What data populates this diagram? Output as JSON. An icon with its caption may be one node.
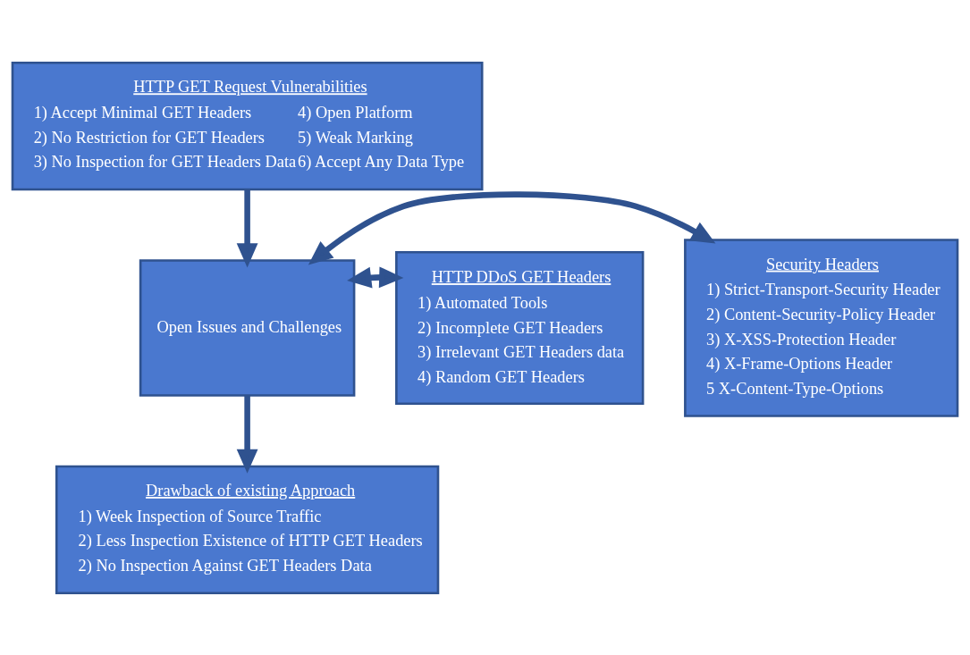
{
  "diagram": {
    "nodes": [
      {
        "text": [
          "HTTP GET Request Vulnerabilities",
          "1) Accept Minimal GET Headers",
          "2) No Restriction for GET Headers",
          "3) No Inspection for GET Headers Data",
          "4) Open Platform",
          "5) Weak Marking",
          "6) Accept Any Data Type"
        ]
      },
      {
        "text": [
          "Security Headers",
          "1) Strict-Transport-Security Header",
          "2) Content-Security-Policy Header",
          "3) X-XSS-Protection Header",
          "4) X-Frame-Options Header",
          "5 X-Content-Type-Options"
        ]
      },
      {
        "text": [
          "Open Issues and Challenges"
        ]
      },
      {
        "text": [
          "HTTP DDoS GET Headers",
          "1) Automated Tools",
          "2) Incomplete GET Headers",
          "3) Irrelevant GET Headers data",
          "4) Random GET Headers"
        ]
      },
      {
        "text": [
          "Drawback of existing Approach",
          "1) Week Inspection of Source Traffic",
          "2) Less Inspection Existence of HTTP GET Headers",
          "2) No Inspection Against GET Headers Data"
        ]
      }
    ],
    "edges": [
      {
        "from": 0,
        "to": 2,
        "arrow": "to"
      },
      {
        "from": 2,
        "to": 1,
        "arrow": "both"
      },
      {
        "from": 2,
        "to": 3,
        "arrow": "both"
      },
      {
        "from": 2,
        "to": 4,
        "arrow": "to"
      }
    ]
  }
}
